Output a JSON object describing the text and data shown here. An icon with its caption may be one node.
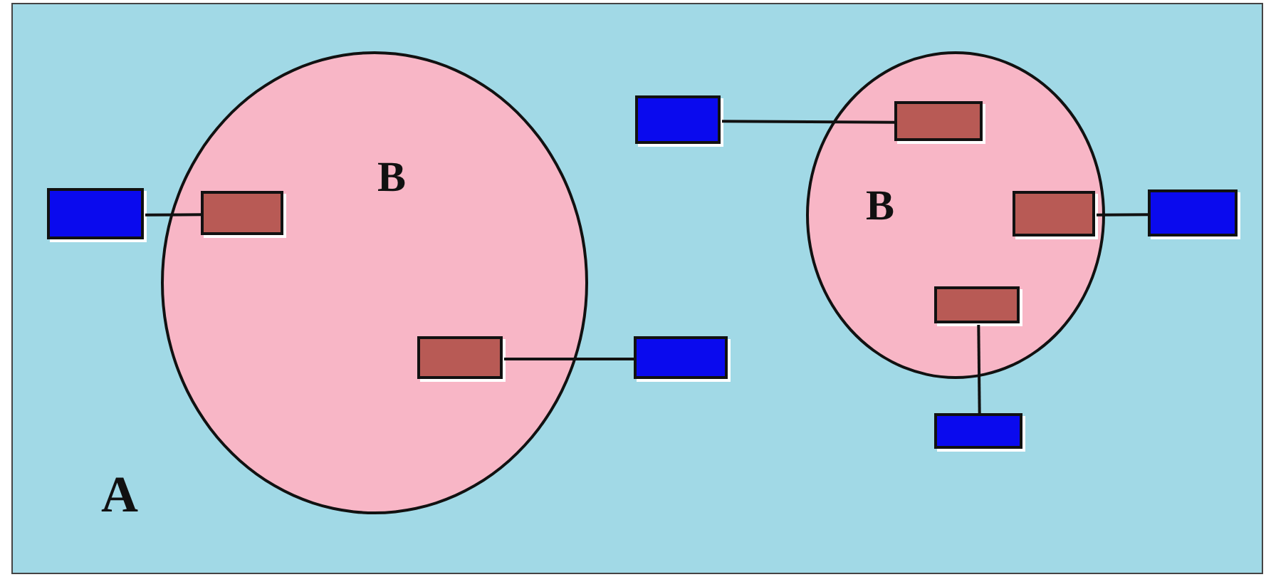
{
  "diagram": {
    "nodes": [
      {
        "text": [
          "B"
        ]
      },
      {
        "text": [],
        "shape": "box",
        "in": 0
      },
      {
        "text": [],
        "shape": "box",
        "in": 0
      },
      {
        "text": [],
        "shape": "box"
      },
      {
        "text": [],
        "shape": "box"
      },
      {
        "text": [],
        "shape": "box"
      },
      {
        "text": [
          "B"
        ]
      },
      {
        "text": [],
        "shape": "box",
        "in": 6
      },
      {
        "text": [],
        "shape": "box",
        "in": 6
      },
      {
        "text": [],
        "shape": "box",
        "in": 6
      },
      {
        "text": [],
        "shape": "box"
      },
      {
        "text": [],
        "shape": "box"
      }
    ],
    "edges": [
      {
        "from": 3,
        "to": 1,
        "arrow": "none"
      },
      {
        "from": 2,
        "to": 4,
        "arrow": "none"
      },
      {
        "from": 5,
        "to": 7,
        "arrow": "none"
      },
      {
        "from": 8,
        "to": 10,
        "arrow": "none"
      },
      {
        "from": 9,
        "to": 11,
        "arrow": "none"
      }
    ],
    "labels": [
      "A"
    ]
  }
}
